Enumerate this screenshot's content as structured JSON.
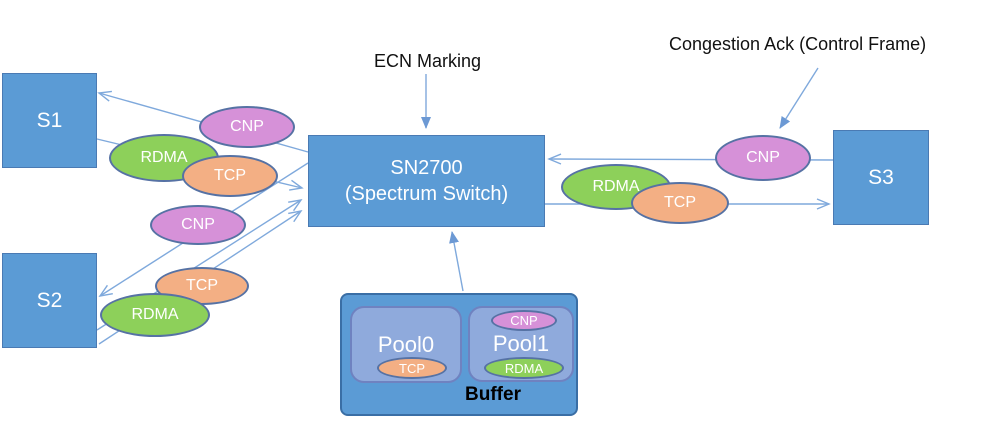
{
  "palette": {
    "node_blue": "#5B9BD5",
    "pool_blue": "#8FAADC",
    "cnp_purple": "#D691D8",
    "rdma_green": "#8DD05A",
    "tcp_orange": "#F3AF84",
    "arrow_blue": "#7FA9DC"
  },
  "nodes": {
    "s1": "S1",
    "s2": "S2",
    "s3": "S3",
    "switch_line1": "SN2700",
    "switch_line2": "(Spectrum Switch)"
  },
  "annotations": {
    "ecn_marking": "ECN Marking",
    "congestion_ack": "Congestion Ack (Control Frame)"
  },
  "flows": {
    "s1_cnp": "CNP",
    "s1_rdma": "RDMA",
    "s1_tcp": "TCP",
    "s2_cnp": "CNP",
    "s2_tcp": "TCP",
    "s2_rdma": "RDMA",
    "s3_rdma": "RDMA",
    "s3_tcp": "TCP",
    "s3_cnp": "CNP"
  },
  "buffer": {
    "title": "Buffer",
    "pool0": {
      "label": "Pool0",
      "tcp": "TCP"
    },
    "pool1": {
      "label": "Pool1",
      "cnp": "CNP",
      "rdma": "RDMA"
    }
  }
}
